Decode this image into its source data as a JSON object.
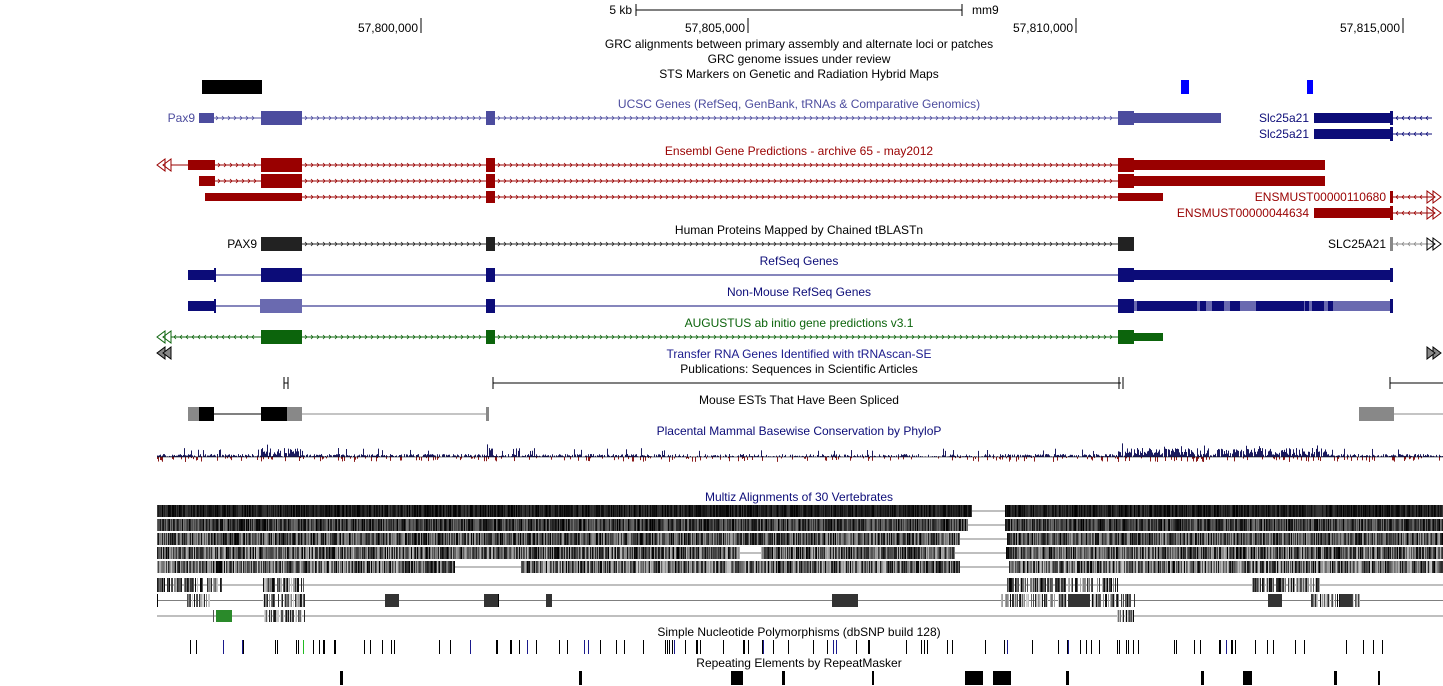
{
  "ruler": {
    "scale_label": "5 kb",
    "assembly": "mm9",
    "positions": [
      "57,800,000",
      "57,805,000",
      "57,810,000",
      "57,815,000"
    ]
  },
  "tracks": {
    "grc_alignments": "GRC alignments between primary assembly and alternate loci or patches",
    "grc_issues": "GRC genome issues under review",
    "sts_markers": "STS Markers on Genetic and Radiation Hybrid Maps",
    "ucsc_genes": "UCSC Genes (RefSeq, GenBank, tRNAs & Comparative Genomics)",
    "ensembl": "Ensembl Gene Predictions - archive 65 - may2012",
    "human_proteins": "Human Proteins Mapped by Chained tBLASTn",
    "refseq": "RefSeq Genes",
    "non_mouse_refseq": "Non-Mouse RefSeq Genes",
    "augustus": "AUGUSTUS ab initio gene predictions v3.1",
    "trna": "Transfer RNA Genes Identified with tRNAscan-SE",
    "publications": "Publications: Sequences in Scientific Articles",
    "mouse_ests": "Mouse ESTs That Have Been Spliced",
    "phylop": "Placental Mammal Basewise Conservation by PhyloP",
    "multiz": "Multiz Alignments of 30 Vertebrates",
    "snp": "Simple Nucleotide Polymorphisms (dbSNP build 128)",
    "repeatmasker": "Repeating Elements by RepeatMasker"
  },
  "gene_labels": {
    "pax9_ucsc": "Pax9",
    "slc25a21_a": "Slc25a21",
    "slc25a21_b": "Slc25a21",
    "ensmust_a": "ENSMUST00000110680",
    "ensmust_b": "ENSMUST00000044634",
    "pax9_human": "PAX9",
    "slc25a21_human": "SLC25A21"
  },
  "colors": {
    "ucsc": "#4c4c9e",
    "ensembl": "#990000",
    "navy": "#0c0c78",
    "augustus": "#0c640c",
    "sts": "#0000ff"
  }
}
